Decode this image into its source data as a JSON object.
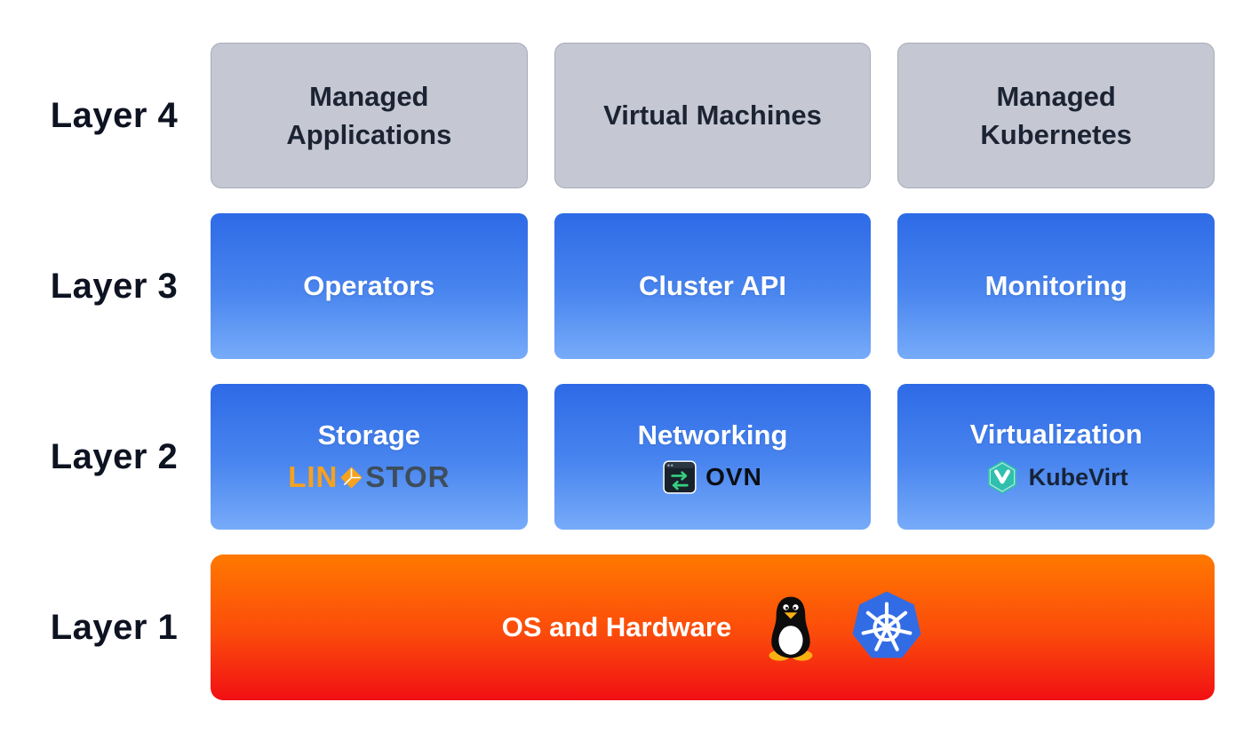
{
  "diagram": {
    "layers": [
      {
        "label": "Layer 4",
        "boxes": [
          {
            "title": "Managed Applications"
          },
          {
            "title": "Virtual Machines"
          },
          {
            "title": "Managed Kubernetes"
          }
        ]
      },
      {
        "label": "Layer 3",
        "boxes": [
          {
            "title": "Operators"
          },
          {
            "title": "Cluster API"
          },
          {
            "title": "Monitoring"
          }
        ]
      },
      {
        "label": "Layer 2",
        "boxes": [
          {
            "title": "Storage",
            "logo": {
              "icon": "linstor-cube-icon",
              "text_prefix": "LIN",
              "text_suffix": "STOR"
            }
          },
          {
            "title": "Networking",
            "logo": {
              "icon": "ovn-terminal-icon",
              "text": "OVN"
            }
          },
          {
            "title": "Virtualization",
            "logo": {
              "icon": "kubevirt-hexagon-icon",
              "text": "KubeVirt"
            }
          }
        ]
      },
      {
        "label": "Layer 1",
        "boxes": [
          {
            "title": "OS and Hardware",
            "icons": [
              "tux-penguin-icon",
              "kubernetes-icon"
            ]
          }
        ]
      }
    ],
    "colors": {
      "gray_box": "#c5c8d3",
      "blue_gradient_top": "#2d6ae6",
      "blue_gradient_bottom": "#77abf9",
      "layer1_gradient_top": "#ff7900",
      "layer1_gradient_bottom": "#f10f14",
      "linstor_orange": "#f6a21d",
      "linstor_dark": "#3d4d5c",
      "ovn_green": "#35d07f",
      "kubevirt_teal": "#2fbfad",
      "kubernetes_blue": "#326ce5"
    }
  }
}
